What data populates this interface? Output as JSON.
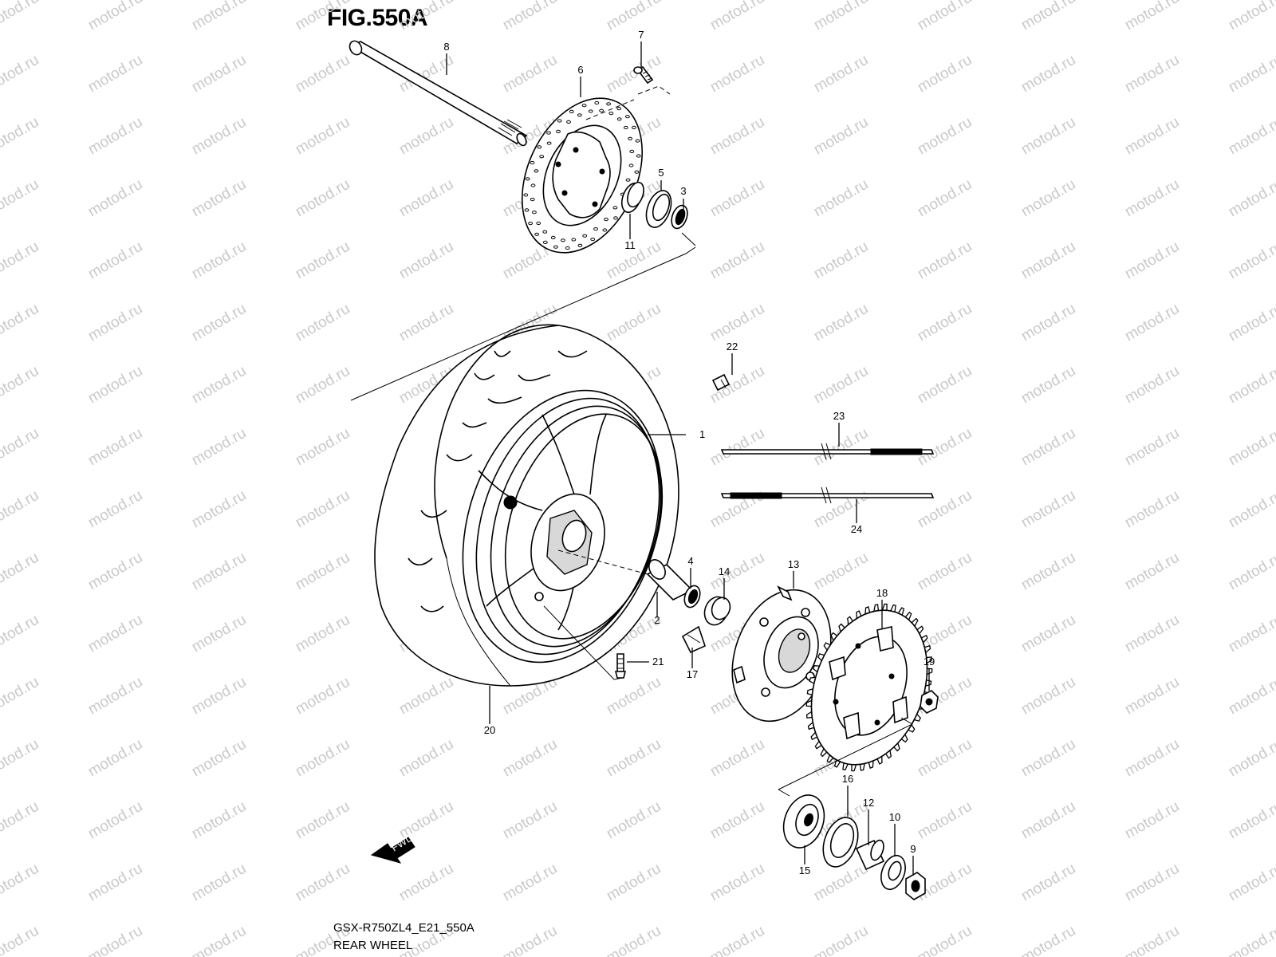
{
  "figure": {
    "title": "FIG.550A",
    "code": "GSX-R750ZL4_E21_550A",
    "name": "REAR WHEEL"
  },
  "watermark": {
    "text": "motod.ru"
  },
  "fwd_marker": {
    "text": "FWD"
  },
  "callouts": [
    {
      "id": "1",
      "label": "1"
    },
    {
      "id": "2",
      "label": "2"
    },
    {
      "id": "3",
      "label": "3"
    },
    {
      "id": "4",
      "label": "4"
    },
    {
      "id": "5",
      "label": "5"
    },
    {
      "id": "6",
      "label": "6"
    },
    {
      "id": "7",
      "label": "7"
    },
    {
      "id": "8",
      "label": "8"
    },
    {
      "id": "9",
      "label": "9"
    },
    {
      "id": "10",
      "label": "10"
    },
    {
      "id": "11",
      "label": "11"
    },
    {
      "id": "12",
      "label": "12"
    },
    {
      "id": "13",
      "label": "13"
    },
    {
      "id": "14",
      "label": "14"
    },
    {
      "id": "15",
      "label": "15"
    },
    {
      "id": "16",
      "label": "16"
    },
    {
      "id": "17",
      "label": "17"
    },
    {
      "id": "18",
      "label": "18"
    },
    {
      "id": "19",
      "label": "19"
    },
    {
      "id": "20",
      "label": "20"
    },
    {
      "id": "21",
      "label": "21"
    },
    {
      "id": "22",
      "label": "22"
    },
    {
      "id": "23",
      "label": "23"
    },
    {
      "id": "24",
      "label": "24"
    }
  ]
}
